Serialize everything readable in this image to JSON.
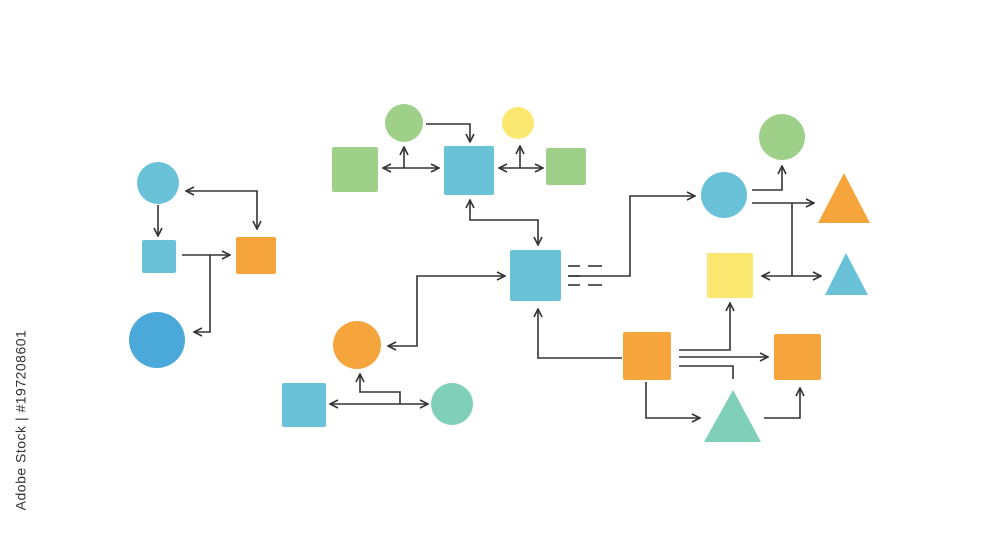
{
  "colors": {
    "blue": "#6ac2d8",
    "blue_dark": "#4aa9d9",
    "green": "#9fd08a",
    "yellow": "#fbe870",
    "orange": "#f6a53d",
    "teal": "#7fcfb9",
    "line": "#333333"
  },
  "watermark": {
    "stock_id": "Adobe Stock | #197208601"
  },
  "nodes": [
    {
      "id": "n1",
      "shape": "circle",
      "color": "blue"
    },
    {
      "id": "n2",
      "shape": "square",
      "color": "blue"
    },
    {
      "id": "n3",
      "shape": "square",
      "color": "orange"
    },
    {
      "id": "n4",
      "shape": "circle",
      "color": "blue_dark"
    },
    {
      "id": "n5",
      "shape": "square",
      "color": "green"
    },
    {
      "id": "n6",
      "shape": "circle",
      "color": "green"
    },
    {
      "id": "n7",
      "shape": "square",
      "color": "blue"
    },
    {
      "id": "n8",
      "shape": "circle",
      "color": "yellow"
    },
    {
      "id": "n9",
      "shape": "square",
      "color": "green"
    },
    {
      "id": "n10",
      "shape": "square",
      "color": "blue"
    },
    {
      "id": "n11",
      "shape": "circle",
      "color": "orange"
    },
    {
      "id": "n12",
      "shape": "square",
      "color": "blue"
    },
    {
      "id": "n13",
      "shape": "circle",
      "color": "teal"
    },
    {
      "id": "n14",
      "shape": "circle",
      "color": "blue"
    },
    {
      "id": "n15",
      "shape": "circle",
      "color": "green"
    },
    {
      "id": "n16",
      "shape": "triangle",
      "color": "orange"
    },
    {
      "id": "n17",
      "shape": "square",
      "color": "yellow"
    },
    {
      "id": "n18",
      "shape": "triangle",
      "color": "blue"
    },
    {
      "id": "n19",
      "shape": "square",
      "color": "orange"
    },
    {
      "id": "n20",
      "shape": "square",
      "color": "orange"
    },
    {
      "id": "n21",
      "shape": "triangle",
      "color": "teal"
    }
  ]
}
